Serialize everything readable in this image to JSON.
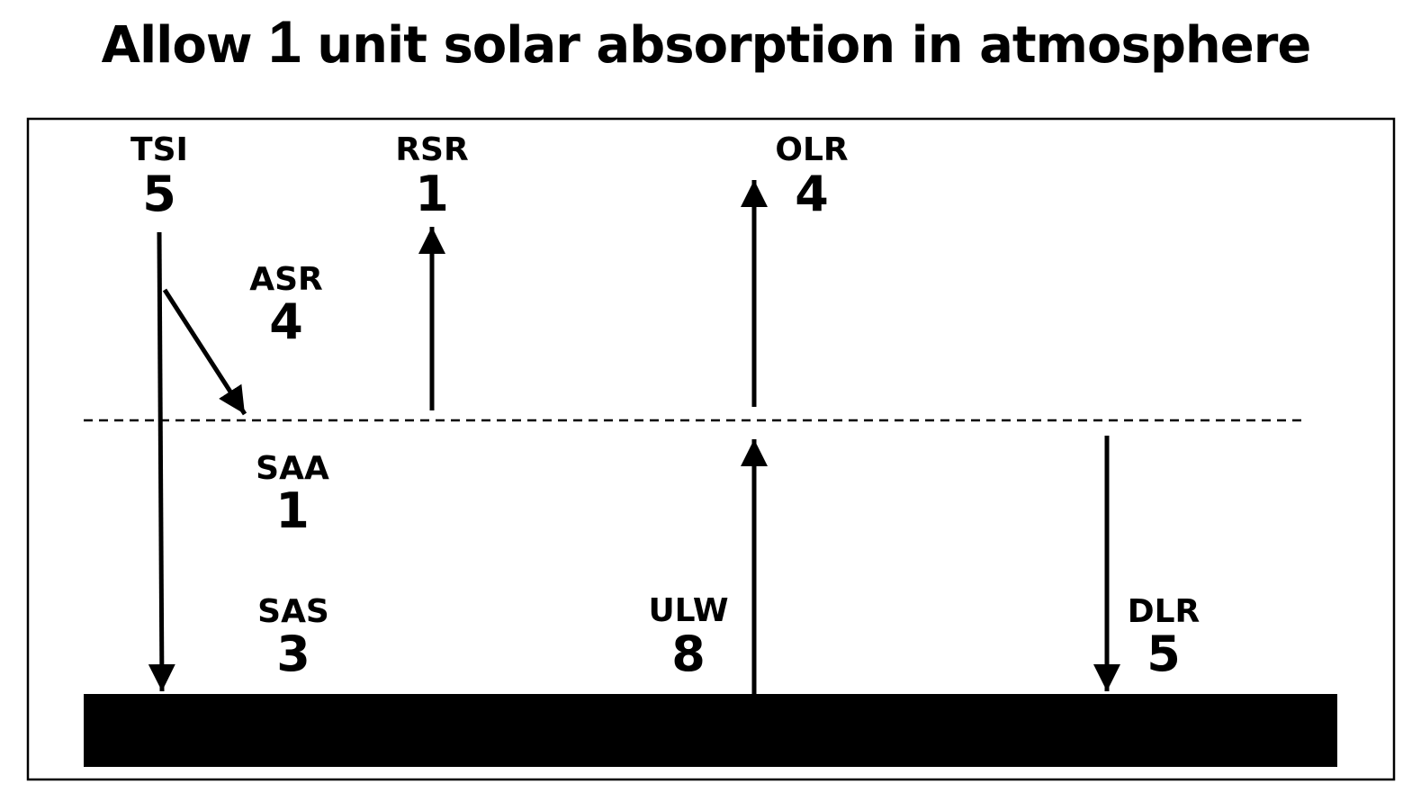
{
  "title": {
    "prefix": "Allow",
    "number": "1",
    "suffix": "unit solar absorption in atmosphere"
  },
  "flows": {
    "tsi": {
      "label": "TSI",
      "value": "5"
    },
    "rsr": {
      "label": "RSR",
      "value": "1"
    },
    "olr": {
      "label": "OLR",
      "value": "4"
    },
    "asr": {
      "label": "ASR",
      "value": "4"
    },
    "saa": {
      "label": "SAA",
      "value": "1"
    },
    "sas": {
      "label": "SAS",
      "value": "3"
    },
    "ulw": {
      "label": "ULW",
      "value": "8"
    },
    "dlr": {
      "label": "DLR",
      "value": "5"
    }
  },
  "colors": {
    "ink": "#000000",
    "background": "#ffffff"
  }
}
